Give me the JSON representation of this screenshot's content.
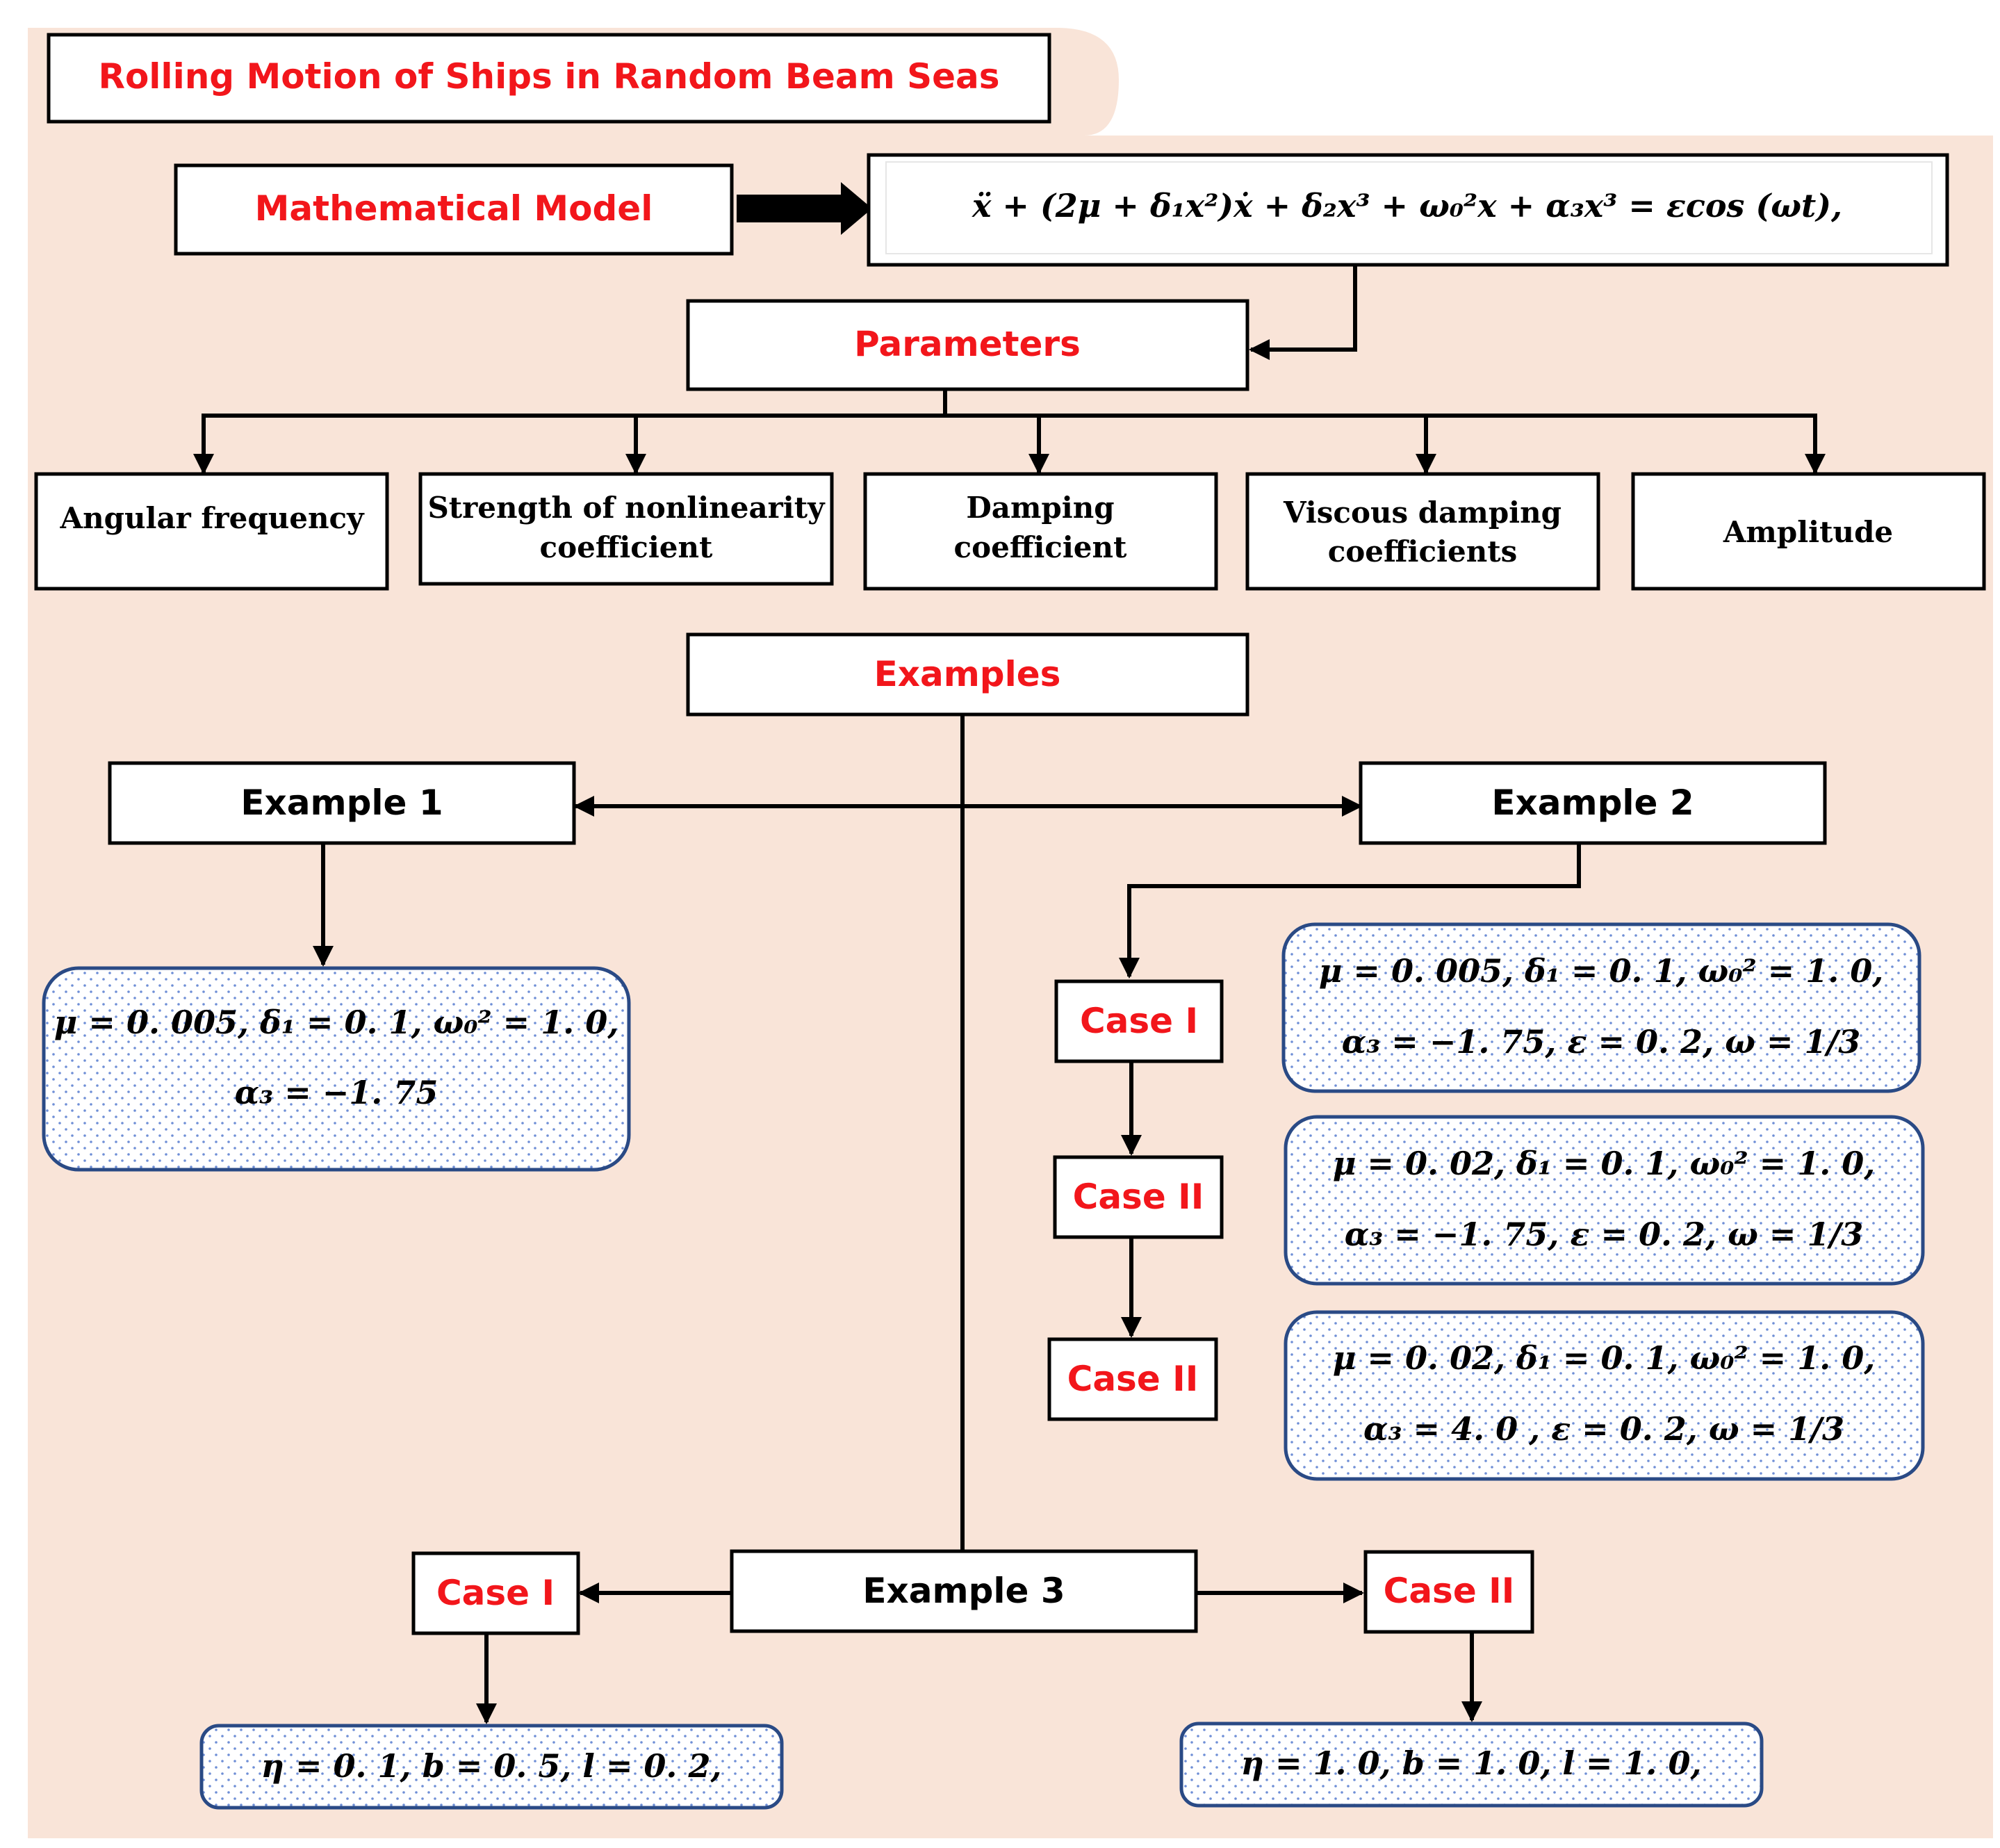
{
  "colors": {
    "panel": "#f9e4d8",
    "label_red": "#f2161b",
    "border": "#000000",
    "math_box_border": "#2a4a85",
    "math_box_dots": "#6f8fd6"
  },
  "title": "Rolling Motion of Ships in Random Beam Seas",
  "model": {
    "label": "Mathematical Model",
    "equation": "ẍ + (2μ + δ₁x²)ẋ + δ₂x³ + ω₀²x + α₃x³ = εcos (ωt),"
  },
  "parameters": {
    "label": "Parameters",
    "items": [
      {
        "line1": "Angular frequency",
        "line2": ""
      },
      {
        "line1": "Strength of nonlinearity",
        "line2": "coefficient"
      },
      {
        "line1": "Damping",
        "line2": "coefficient"
      },
      {
        "line1": "Viscous damping",
        "line2": "coefficients"
      },
      {
        "line1": "Amplitude",
        "line2": ""
      }
    ]
  },
  "examples": {
    "label": "Examples",
    "example1": {
      "label": "Example 1",
      "values": {
        "line1": "μ = 0. 005, δ₁ = 0. 1, ω₀² = 1. 0,",
        "line2": "α₃ =  −1. 75"
      }
    },
    "example2": {
      "label": "Example 2",
      "cases": [
        {
          "label": "Case I",
          "line1": "μ = 0. 005, δ₁ = 0. 1, ω₀² = 1. 0,",
          "line2": "α₃ =  −1. 75, ε = 0. 2, ω =  1/3"
        },
        {
          "label": "Case II",
          "line1": "μ = 0. 02, δ₁ = 0. 1, ω₀² = 1. 0,",
          "line2": "α₃ =  −1. 75, ε = 0. 2, ω =  1/3"
        },
        {
          "label": "Case II",
          "line1": "μ = 0. 02, δ₁ = 0. 1, ω₀² = 1. 0,",
          "line2": "α₃ =  4. 0 , ε = 0. 2, ω =  1/3"
        }
      ]
    },
    "example3": {
      "label": "Example 3",
      "case_left": {
        "label": "Case I",
        "values": "η = 0. 1, b = 0. 5, l = 0. 2,"
      },
      "case_right": {
        "label": "Case II",
        "values": "η = 1. 0, b = 1. 0, l = 1. 0,"
      }
    }
  }
}
